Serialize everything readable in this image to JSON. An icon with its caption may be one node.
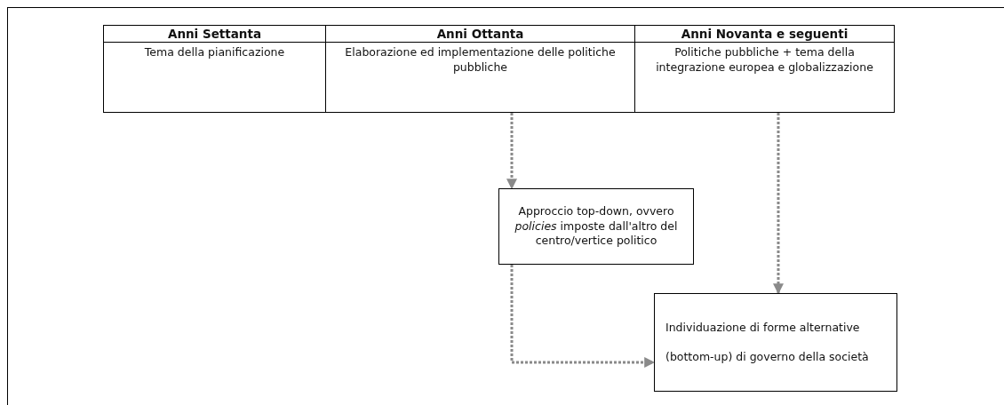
{
  "diagram": {
    "nodes": [
      {
        "text": [
          "Anni Settanta"
        ]
      },
      {
        "text": [
          "Anni Ottanta"
        ]
      },
      {
        "text": [
          "Anni Novanta e seguenti"
        ]
      },
      {
        "text": [
          "Tema della pianificazione"
        ]
      },
      {
        "text": [
          "Elaborazione ed implementazione delle politiche pubbliche"
        ]
      },
      {
        "text": [
          "Politiche pubbliche + tema della integrazione europea e globalizzazione"
        ]
      },
      {
        "text": [
          "Approccio top-down, ovvero *policies* imposte dall'altro del centro/vertice politico"
        ]
      },
      {
        "text": [
          "Individuazione di forme alternative (bottom-up) di governo della società"
        ]
      }
    ],
    "edges": [
      {
        "from": 4,
        "to": 6,
        "arrow": "to",
        "style": "dashed"
      },
      {
        "from": 5,
        "to": 7,
        "arrow": "to",
        "style": "dashed"
      },
      {
        "from": 6,
        "to": 7,
        "arrow": "to",
        "style": "dashed"
      }
    ]
  }
}
